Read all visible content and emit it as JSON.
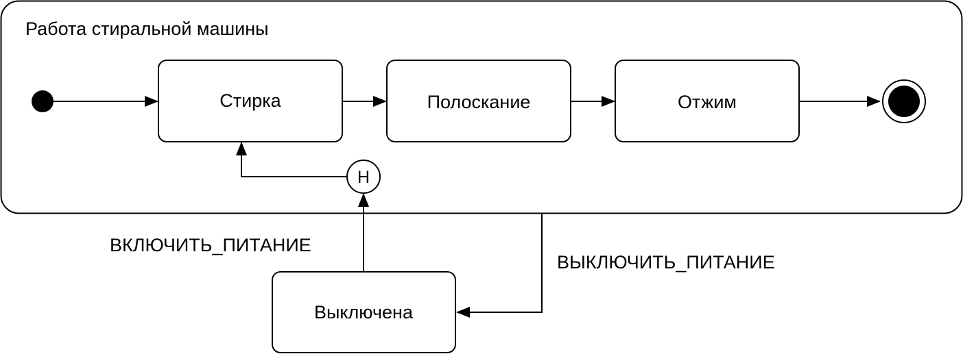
{
  "diagram": {
    "container_title": "Работа стиральной машины",
    "states": {
      "washing": "Стирка",
      "rinsing": "Полоскание",
      "spinning": "Отжим",
      "off": "Выключена"
    },
    "history_label": "H",
    "transitions": {
      "power_on": "ВКЛЮЧИТЬ_ПИТАНИЕ",
      "power_off": "ВЫКЛЮЧИТЬ_ПИТАНИЕ"
    },
    "colors": {
      "line": "#000000",
      "fill": "#ffffff"
    }
  }
}
